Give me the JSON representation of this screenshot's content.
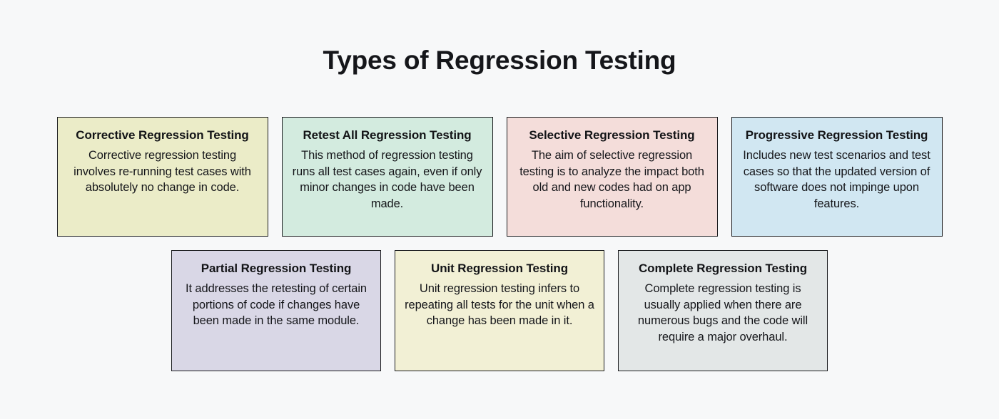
{
  "page": {
    "title": "Types of Regression Testing",
    "background_color": "#f7f8f9",
    "text_color": "#15161a",
    "border_color": "#1b1c1f"
  },
  "rows": [
    {
      "row_index": 1,
      "cards": [
        {
          "title": "Corrective Regression Testing",
          "body": "Corrective regression testing involves re-running test cases with absolutely no change in code.",
          "color": "#ebecc8"
        },
        {
          "title": "Retest All Regression Testing",
          "body": "This method of regression testing runs all test cases again, even if only minor changes in code have been made.",
          "color": "#d3ebdf"
        },
        {
          "title": "Selective Regression Testing",
          "body": "The aim of selective regression testing is to analyze the impact both old and new codes had on app functionality.",
          "color": "#f4ddda"
        },
        {
          "title": "Progressive Regression Testing",
          "body": "Includes new test scenarios and test cases so that the updated version of software does not impinge upon features.",
          "color": "#d1e7f2"
        }
      ]
    },
    {
      "row_index": 2,
      "cards": [
        {
          "title": "Partial Regression Testing",
          "body": "It addresses the retesting of certain portions of code if changes have been made in the same module.",
          "color": "#d9d7e6"
        },
        {
          "title": "Unit Regression Testing",
          "body": "Unit regression testing infers to repeating all tests for the unit when a change has been made in it.",
          "color": "#f2f0d5"
        },
        {
          "title": "Complete Regression Testing",
          "body": "Complete regression testing is usually applied when there are numerous bugs and the code will require a major overhaul.",
          "color": "#e3e7e7"
        }
      ]
    }
  ]
}
